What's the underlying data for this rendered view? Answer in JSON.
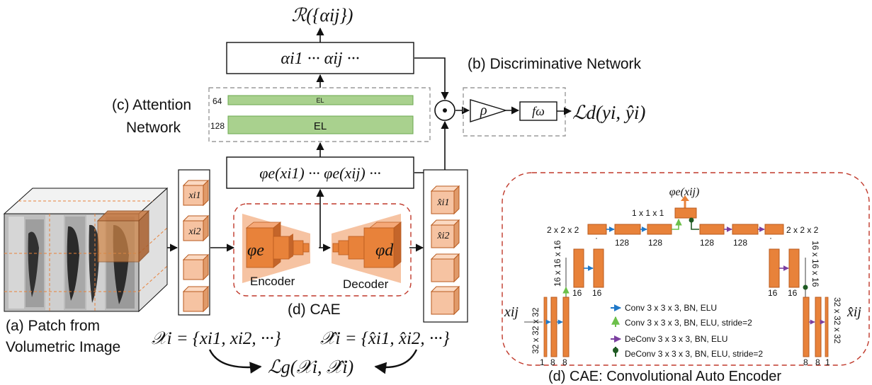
{
  "top_output": "ℛ({αij})",
  "attention_weights_box": "αi1 ··· αij ···",
  "features_box": "φe(xi1) ··· φe(xij) ···",
  "odot": "⊙",
  "sections": {
    "a": {
      "line1": "(a) Patch from",
      "line2": "Volumetric Image"
    },
    "b": "(b) Discriminative Network",
    "c": {
      "line1": "(c) Attention",
      "line2": "Network"
    },
    "d_center": "(d) CAE",
    "d_detail": "(d) CAE: Convolutional Auto Encoder"
  },
  "attention_layers": [
    {
      "size": "64",
      "label": "EL"
    },
    {
      "size": "128",
      "label": "EL"
    }
  ],
  "discriminative": {
    "rho": "ρ",
    "f": "fω",
    "loss": "ℒd(yi, ŷi)"
  },
  "patches_in": [
    "xi1",
    "xi2"
  ],
  "patches_out": [
    "x̂i1",
    "x̂i2"
  ],
  "cae": {
    "encoder_label": "Encoder",
    "decoder_label": "Decoder",
    "phi_e": "φe",
    "phi_d": "φd"
  },
  "sets": {
    "X": "𝒳i = {xi1, xi2, ···}",
    "X_hat": "𝒳̂i = {x̂i1, x̂i2, ···}"
  },
  "recon_loss": "ℒg(𝒳i, 𝒳̂i)",
  "detail": {
    "phi_out": "φe(xij)",
    "x_in": "xij",
    "x_out": "x̂ij",
    "dims": {
      "d1": "1 x 1 x 1",
      "d2_left": "2 x 2 x 2",
      "d2_right": "2 x 2 x 2",
      "d16_left": "16 x 16 x 16",
      "d16_right": "16 x 16 x 16",
      "d32_left": "32 x 32 x 32",
      "d32_right": "32 x 32 x 32"
    },
    "channels_bottom_left": [
      "1",
      "8",
      "8"
    ],
    "channels_bottom_right": [
      "8",
      "8",
      "1"
    ],
    "channels_mid_left": [
      "16",
      "16"
    ],
    "channels_mid_right": [
      "16",
      "16"
    ],
    "channels_top": [
      "128",
      "128",
      "128",
      "128"
    ],
    "legend": [
      {
        "label": "Conv 3 x 3 x 3, BN, ELU",
        "color": "#1f78c8",
        "icon": "arrow-right-icon"
      },
      {
        "label": "Conv 3 x 3 x 3, BN, ELU, stride=2",
        "color": "#6cc04a",
        "icon": "arrow-up-icon"
      },
      {
        "label": "DeConv 3 x 3 x 3, BN, ELU",
        "color": "#7b3fa0",
        "icon": "arrow-right-icon"
      },
      {
        "label": "DeConv 3 x 3 x 3, BN, ELU, stride=2",
        "color": "#1e5a22",
        "icon": "arrow-down-icon"
      }
    ]
  },
  "colors": {
    "orange": "#e8823a",
    "orange_light": "#f6c3a2",
    "green": "#a9d18e",
    "green_border": "#6aa84f",
    "red_dash": "#c0392b"
  }
}
